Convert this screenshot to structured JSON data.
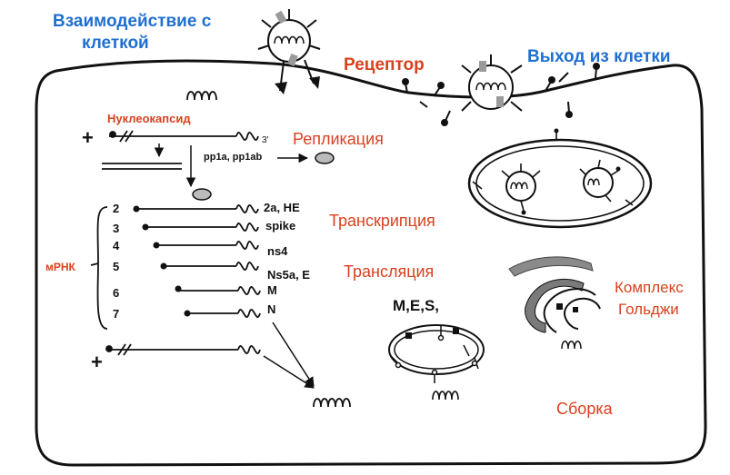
{
  "labels": {
    "interaction_line1": "Взаимодействие с",
    "interaction_line2": "клеткой",
    "receptor": "Рецептор",
    "exit": "Выход из клетки",
    "nucleocapsid": "Нуклеокапсид",
    "replication": "Репликация",
    "transcription": "Транскрипция",
    "translation": "Трансляция",
    "mrna": "мРНК",
    "golgi_line1": "Комплекс",
    "golgi_line2": "Гольджи",
    "assembly": "Сборка",
    "mes": "M,E,S,",
    "pp1a": "pp1a, pp1ab",
    "plus_top": "+",
    "plus_bottom": "+",
    "three_prime": "3'"
  },
  "mrna_rows": [
    {
      "num": "2",
      "product": "2a, HE"
    },
    {
      "num": "3",
      "product": "spike"
    },
    {
      "num": "4",
      "product": "ns4"
    },
    {
      "num": "5",
      "product": "Ns5a, E"
    },
    {
      "num": "6",
      "product": "M"
    },
    {
      "num": "7",
      "product": "N"
    }
  ],
  "colors": {
    "blue_label": "#1f6fd1",
    "red_label": "#d9411e",
    "ink": "#111111",
    "protein_gray": "#9a9a9a",
    "golgi_gray": "#7a7a7a"
  }
}
